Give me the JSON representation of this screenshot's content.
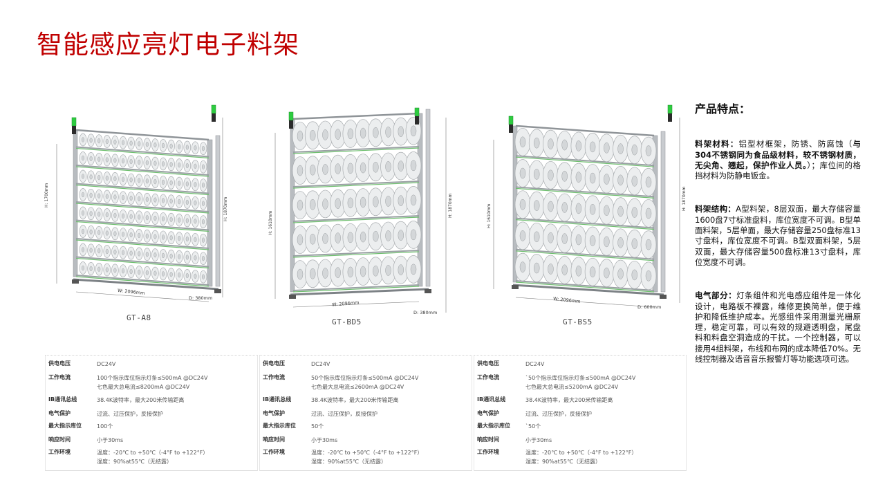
{
  "page": {
    "title": "智能感应亮灯电子料架"
  },
  "products": [
    {
      "model": "GT-A8",
      "dims": {
        "height": "H: 1700mm",
        "total_height": "H: 1870mm",
        "width": "W: 2096mm",
        "depth": "D: 380mm"
      },
      "specs": [
        {
          "key": "供电电压",
          "value": [
            "DC24V"
          ]
        },
        {
          "key": "工作电流",
          "value": [
            "100个指示库位指示灯条≤500mA @DC24V",
            "七色最大总电流≤8200mA @DC24V"
          ]
        },
        {
          "key": "IB通讯总线",
          "value": [
            "38.4K波特率，最大200米传输距离"
          ]
        },
        {
          "key": "电气保护",
          "value": [
            "过流、过压保护，反接保护"
          ]
        },
        {
          "key": "最大指示库位",
          "value": [
            "100个"
          ]
        },
        {
          "key": "响应时间",
          "value": [
            "小于30ms"
          ]
        },
        {
          "key": "工作环境",
          "value": [
            "温度：-20℃ to +50℃（-4°F to +122°F）",
            "湿度：90%at55℃（无结露）"
          ]
        }
      ]
    },
    {
      "model": "GT-BD5",
      "dims": {
        "height": "H: 1610mm",
        "total_height": "H: 1870mm",
        "width": "W: 2096mm",
        "depth": "D: 380mm"
      },
      "specs": [
        {
          "key": "供电电压",
          "value": [
            "DC24V"
          ]
        },
        {
          "key": "工作电流",
          "value": [
            "50个指示库位指示灯条≤500mA @DC24V",
            "七色最大总电流≤2600mA @DC24V"
          ]
        },
        {
          "key": "IB通讯总线",
          "value": [
            "38.4K波特率，最大200米传输距离"
          ]
        },
        {
          "key": "电气保护",
          "value": [
            "过流、过压保护，反接保护"
          ]
        },
        {
          "key": "最大指示库位",
          "value": [
            "50个"
          ]
        },
        {
          "key": "响应时间",
          "value": [
            "小于30ms"
          ]
        },
        {
          "key": "工作环境",
          "value": [
            "温度：-20℃ to +50℃（-4°F to +122°F）",
            "湿度：90%at55℃（无结露）"
          ]
        }
      ]
    },
    {
      "model": "GT-BS5",
      "dims": {
        "height": "H: 1610mm",
        "total_height": "H: 1870mm",
        "width": "W: 2096mm",
        "depth": "D: 600mm"
      },
      "specs": [
        {
          "key": "供电电压",
          "value": [
            "DC24V"
          ]
        },
        {
          "key": "工作电流",
          "value": [
            "`50个指示库位指示灯条≤500mA @DC24V",
            "七色最大总电流≤5200mA @DC24V"
          ]
        },
        {
          "key": "IB通讯总线",
          "value": [
            "38.4K波特率，最大200米传输距离"
          ]
        },
        {
          "key": "电气保护",
          "value": [
            "过流、过压保护，反接保护"
          ]
        },
        {
          "key": "最大指示库位",
          "value": [
            "`50个"
          ]
        },
        {
          "key": "响应时间",
          "value": [
            "小于30ms"
          ]
        },
        {
          "key": "工作环境",
          "value": [
            "温度：-20℃ to +50℃（-4°F to +122°F）",
            "湿度：90%at55℃（无结露）"
          ]
        }
      ]
    }
  ],
  "features": {
    "heading": "产品特点：",
    "material": {
      "label": "料架材料：",
      "text1": "铝型材框架，防锈、防腐蚀（",
      "bold": "与304不锈钢同为食品级材料，较不锈钢材质，无尖角、翘起，保护作业人员。",
      "text2": "）；库位间的格挡材料为防静电钣金。"
    },
    "structure": {
      "label": "料架结构：",
      "text": "A型料架，8层双面，最大存储容量1600盘7寸标准盘料，库位宽度不可调。B型单面料架，5层单面，最大存储容量250盘标准13寸盘料，库位宽度不可调。B型双面料架，5层双面，最大存储容量500盘标准13寸盘料，库位宽度不可调。"
    },
    "electrical": {
      "label": "电气部分：",
      "text": "灯条组件和光电感应组件是一体化设计，电路板不裸露，维修更换简单，便于维护和降低维护成本。光感组件采用测量光栅原理，稳定可靠，可以有效的规避透明盘，尾盘料和料盘空洞造成的干扰。一个控制器，可以接用4组料架，布线和布网的成本降低70%。无线控制器及语音音乐报警灯等功能选项可选。"
    }
  }
}
